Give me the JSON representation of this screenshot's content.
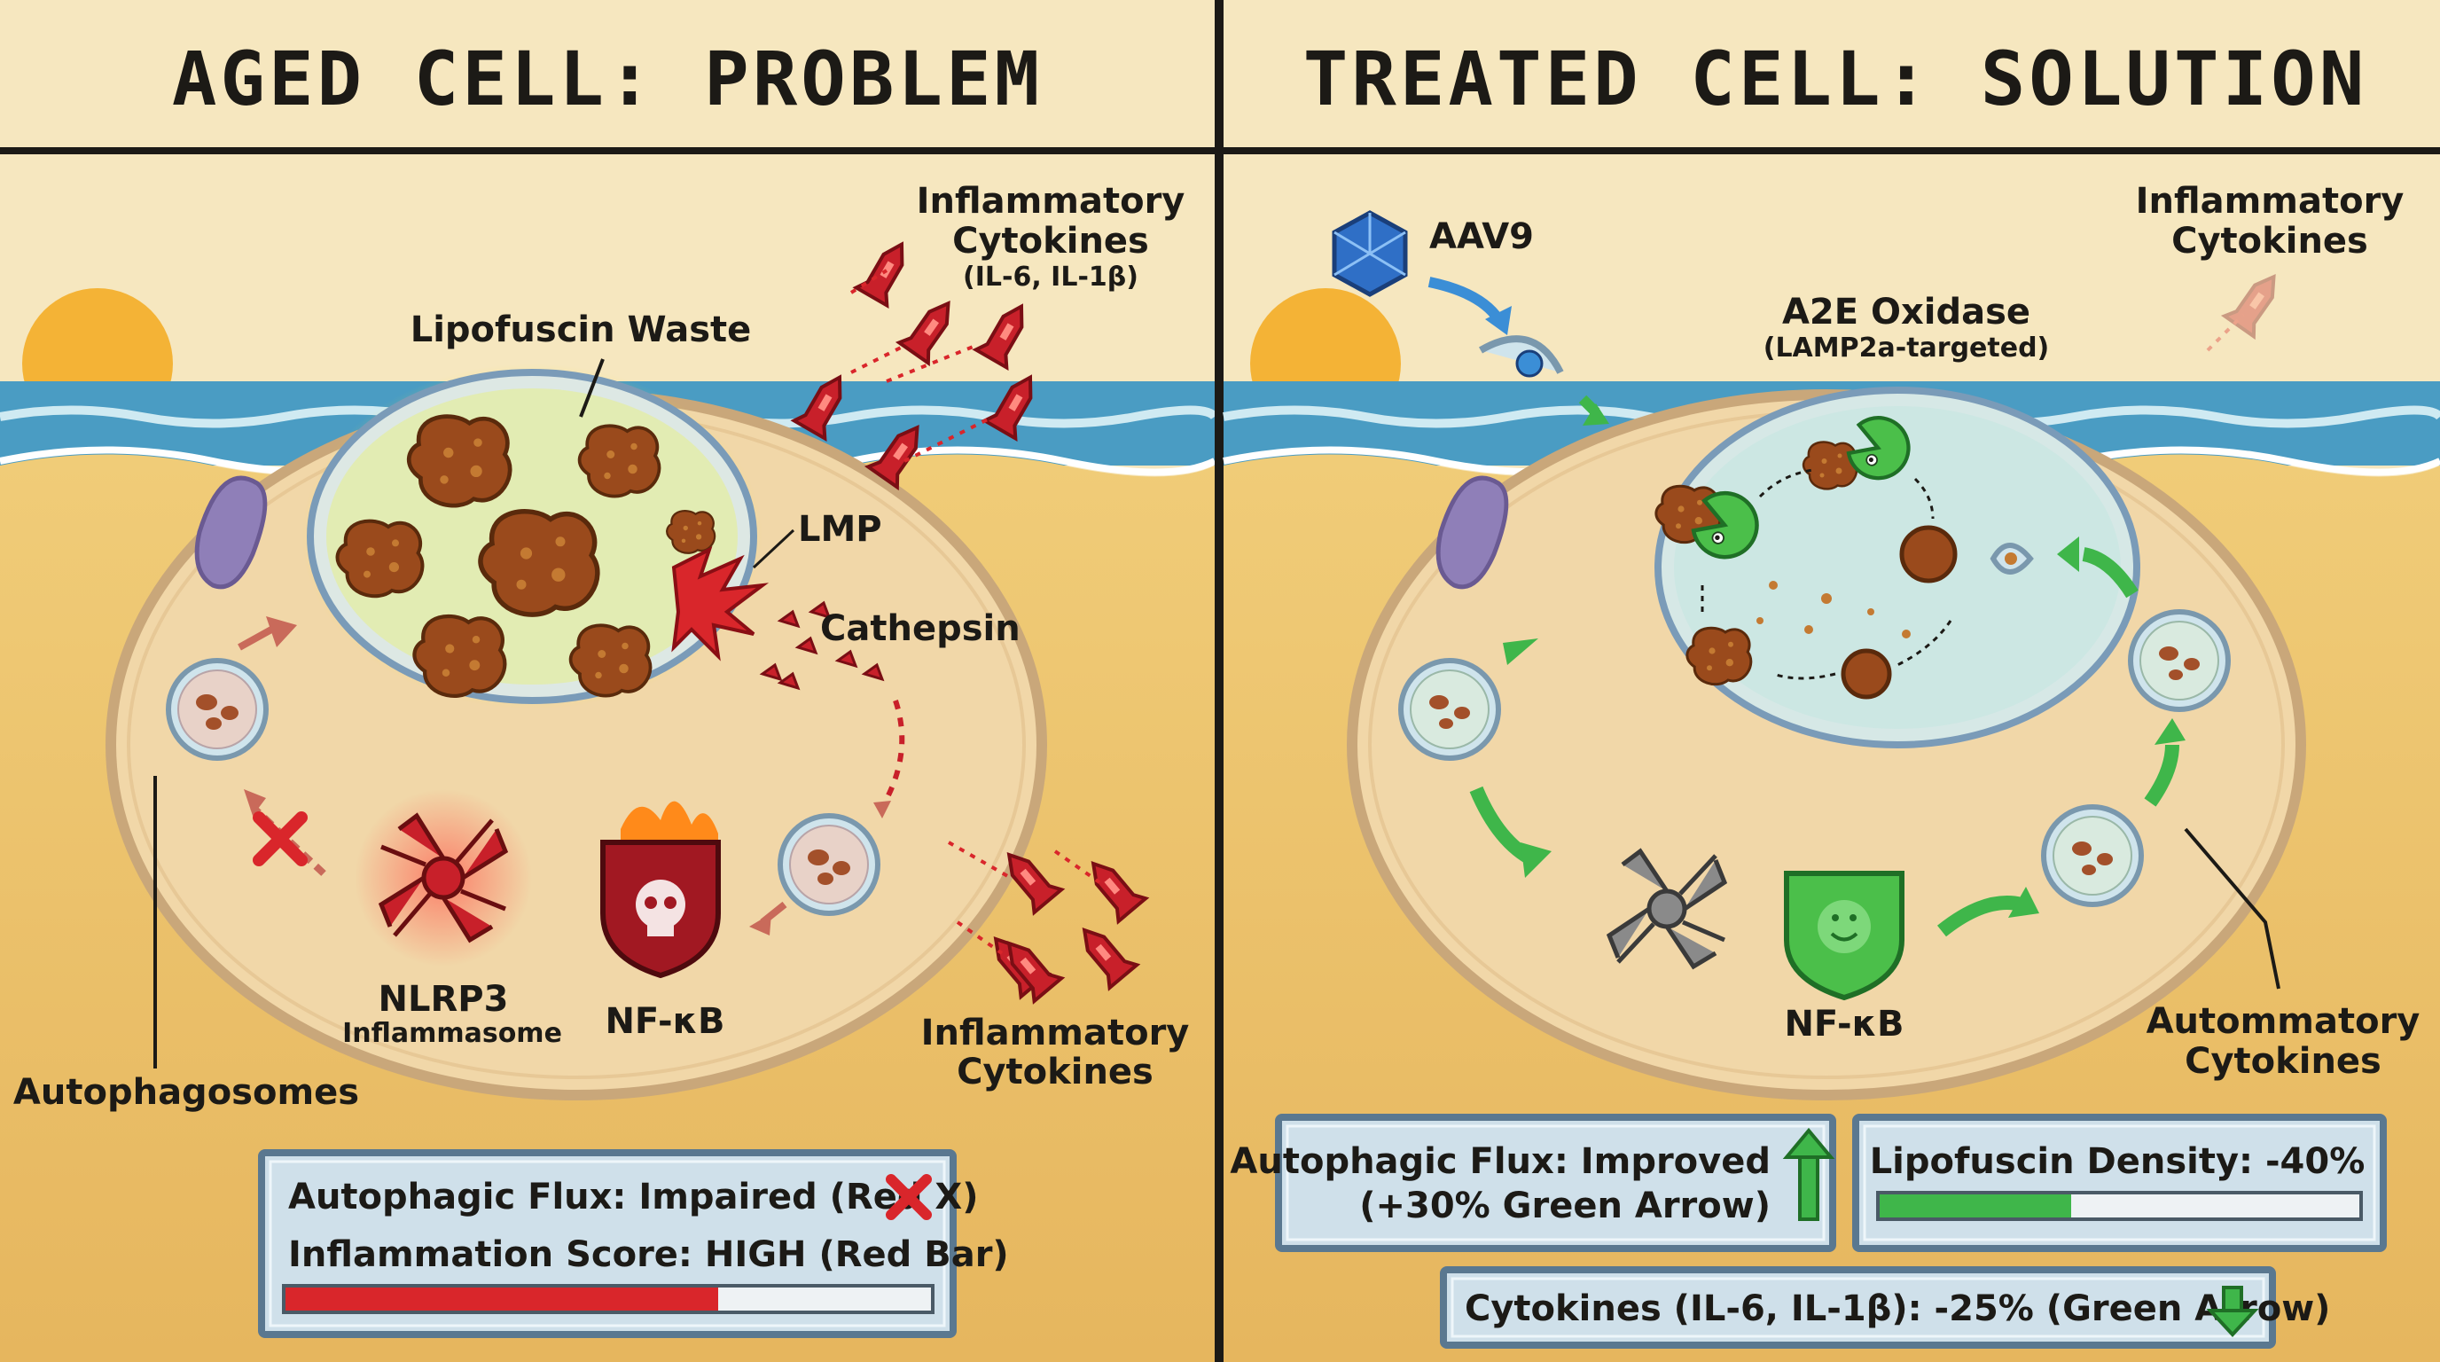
{
  "left_panel": {
    "title": "AGED CELL: PROBLEM",
    "labels": {
      "lipofuscin": "Lipofuscin Waste",
      "lmp": "LMP",
      "cathepsin": "Cathepsin",
      "cytokines_top_1": "Inflammatory",
      "cytokines_top_2": "Cytokines",
      "cytokines_top_3": "(IL-6, IL-1β)",
      "nlrp3_1": "NLRP3",
      "nlrp3_2": "Inflammasome",
      "nfkb": "NF-κB",
      "cytokines_bottom_1": "Inflammatory",
      "cytokines_bottom_2": "Cytokines",
      "autophagosomes": "Autophagosomes"
    },
    "status_box": {
      "line1": "Autophagic Flux: Impaired (Red X)",
      "line2": "Inflammation Score: HIGH (Red Bar)",
      "inflammation_level": 0.67
    }
  },
  "right_panel": {
    "title": "TREATED CELL: SOLUTION",
    "labels": {
      "aav9": "AAV9",
      "a2e_1": "A2E Oxidase",
      "a2e_2": "(LAMP2a-targeted)",
      "cytokines_1": "Inflammatory",
      "cytokines_2": "Cytokines",
      "nfkb": "NF-κB",
      "automm_1": "Autommatory",
      "automm_2": "Cytokines"
    },
    "flux_box": {
      "line1": "Autophagic Flux: Improved",
      "line2": "(+30% Green Arrow)"
    },
    "density_box": {
      "label": "Lipofuscin Density: -40%",
      "level": 0.4
    },
    "cytokine_box": {
      "label": "Cytokines (IL-6, IL-1β): -25% (Green Arrow)"
    }
  },
  "colors": {
    "background": "#f6e7bf",
    "sand": "#ecc26a",
    "sea": "#4a9cc3",
    "cell_fill": "#f1d7a8",
    "cell_border": "#c9a77a",
    "lysosome_fill": "#d6e6ec",
    "waste": "#9a4a1c",
    "danger_red": "#d9262b",
    "green": "#3fb64a",
    "box_fill": "#cfe0ea",
    "box_border": "#5a7890"
  }
}
